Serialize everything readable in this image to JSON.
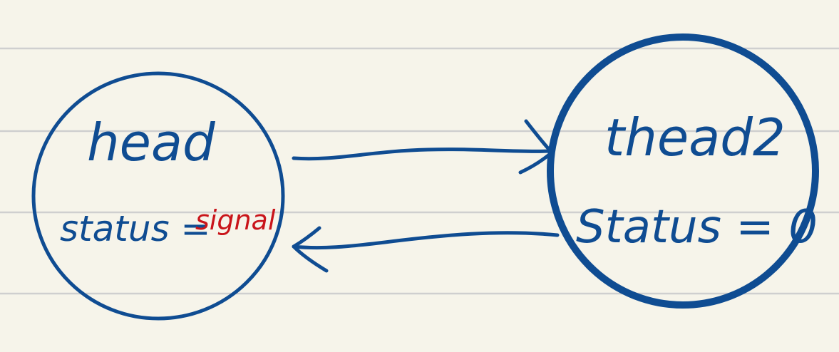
{
  "colors": {
    "paper": "#f6f4ea",
    "rule_line": "#cfcfcf",
    "ink_blue": "#0f4c92",
    "ink_red": "#c9141a"
  },
  "nodes": [
    {
      "title": "head",
      "status_text": "status =",
      "status_value": "signal"
    },
    {
      "title": "thead2",
      "status_text": "Status = 0"
    }
  ],
  "edges": [
    {
      "from": "head",
      "to": "thead2"
    },
    {
      "from": "thead2",
      "to": "head"
    }
  ]
}
